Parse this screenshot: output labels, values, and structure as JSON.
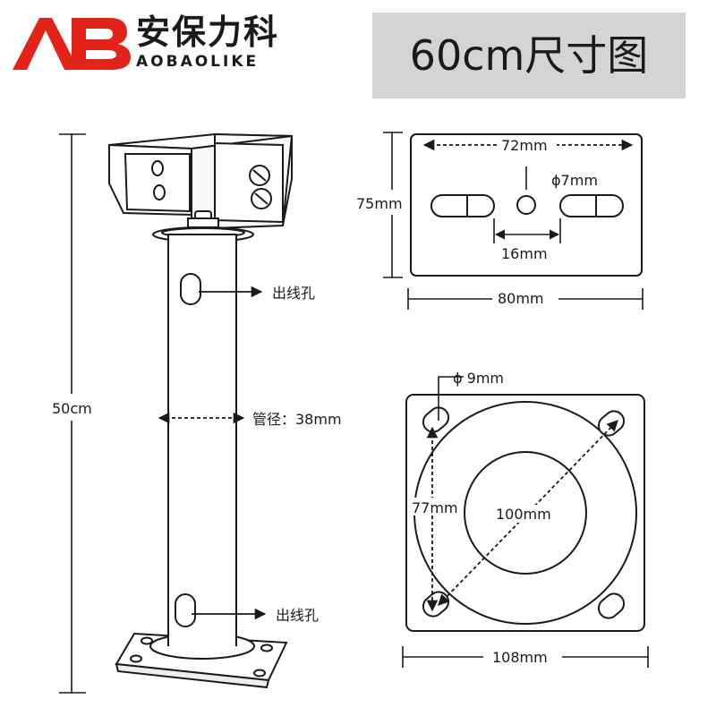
{
  "brand": {
    "logo_letters": "AB",
    "name_cn": "安保力科",
    "name_en": "AOBAOLIKE",
    "color_red": "#e2231a",
    "color_dark": "#1a1a1a"
  },
  "title": "60cm尺寸图",
  "left_drawing": {
    "height_label": "50cm",
    "hole_label_top": "出线孔",
    "hole_label_bottom": "出线孔",
    "tube_label": "管径：38mm"
  },
  "top_plate": {
    "height_label": "75mm",
    "slot_span_label": "72mm",
    "hole_label": "ϕ7mm",
    "gap_label": "16mm",
    "width_label": "80mm"
  },
  "base_plate": {
    "hole_label": "ϕ 9mm",
    "vertical_label": "77mm",
    "diagonal_label": "100mm",
    "width_label": "108mm"
  }
}
